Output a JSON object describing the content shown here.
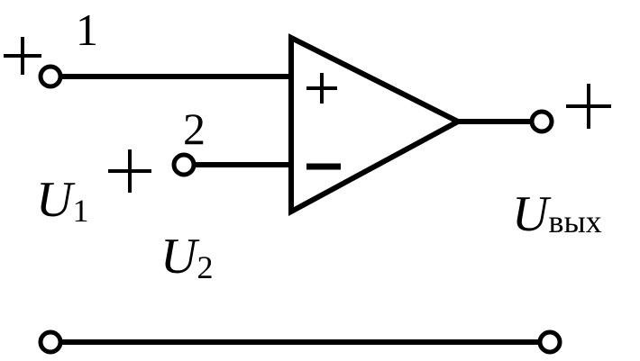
{
  "diagram": {
    "input1": {
      "number_label": "1",
      "polarity": "+"
    },
    "input2": {
      "number_label": "2",
      "polarity": "+"
    },
    "voltage_u1": {
      "symbol": "U",
      "subscript": "1"
    },
    "voltage_u2": {
      "symbol": "U",
      "subscript": "2"
    },
    "output": {
      "polarity": "+",
      "symbol": "U",
      "subscript": "вых"
    },
    "amplifier": {
      "noninverting_sign": "+",
      "inverting_sign": "−"
    }
  }
}
